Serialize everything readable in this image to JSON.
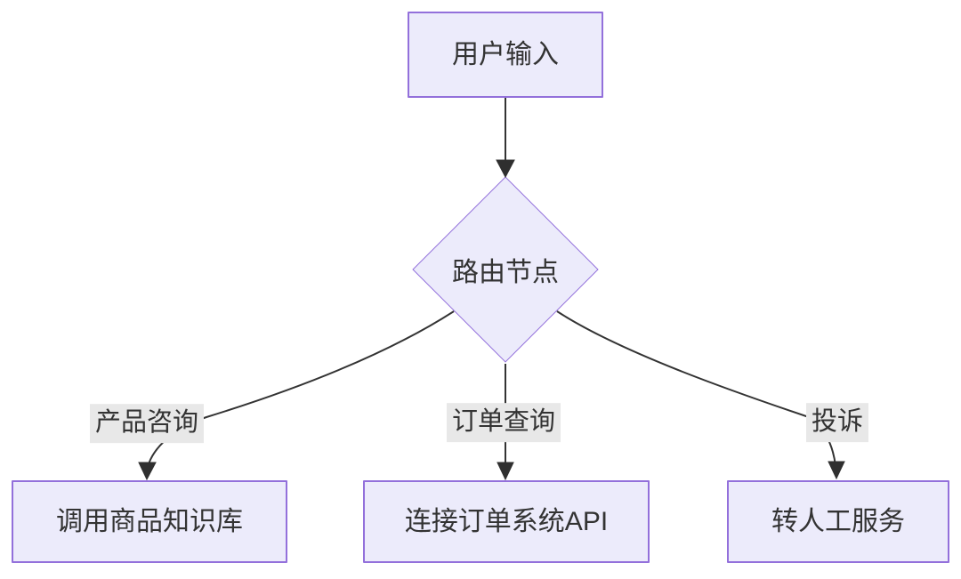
{
  "diagram": {
    "type": "flowchart",
    "direction": "top-down",
    "nodes": {
      "input": {
        "label": "用户输入",
        "shape": "rect"
      },
      "router": {
        "label": "路由节点",
        "shape": "diamond"
      },
      "kb": {
        "label": "调用商品知识库",
        "shape": "rect"
      },
      "order_api": {
        "label": "连接订单系统API",
        "shape": "rect"
      },
      "human": {
        "label": "转人工服务",
        "shape": "rect"
      }
    },
    "edges": [
      {
        "from": "input",
        "to": "router",
        "label": ""
      },
      {
        "from": "router",
        "to": "kb",
        "label": "产品咨询"
      },
      {
        "from": "router",
        "to": "order_api",
        "label": "订单查询"
      },
      {
        "from": "router",
        "to": "human",
        "label": "投诉"
      }
    ],
    "edge_labels": {
      "product": "产品咨询",
      "order": "订单查询",
      "complaint": "投诉"
    },
    "colors": {
      "node_fill": "#ECEBFB",
      "node_border": "#9370DB",
      "edge_line": "#333333",
      "edge_label_bg": "#e8e8e8",
      "text": "#333333",
      "background": "#ffffff"
    }
  }
}
